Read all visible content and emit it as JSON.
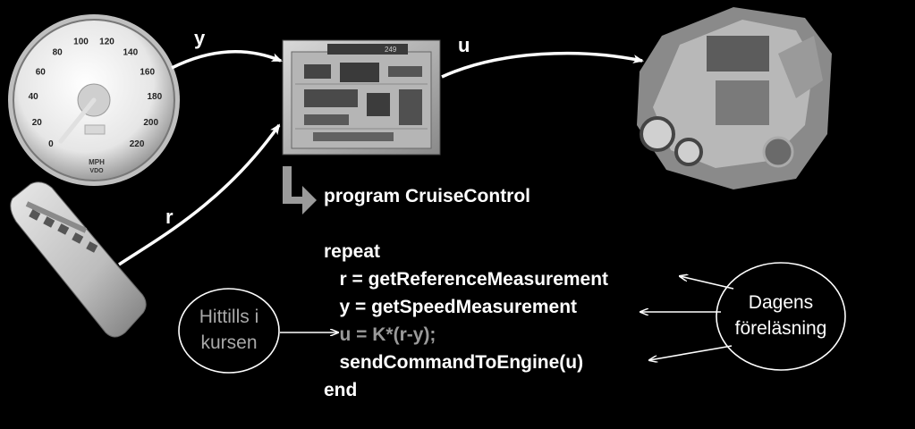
{
  "labels": {
    "y": "y",
    "u": "u",
    "r": "r"
  },
  "speedometer": {
    "unit": "MPH",
    "brand": "VDO",
    "ticks": [
      "0",
      "20",
      "40",
      "60",
      "80",
      "100",
      "120",
      "140",
      "160",
      "180",
      "200",
      "220"
    ]
  },
  "ecu": {
    "marking": "249"
  },
  "program": {
    "header": "program CruiseControl",
    "lines": [
      "repeat",
      "   r = getReferenceMeasurement",
      "   y = getSpeedMeasurement",
      "   u = K*(r-y);",
      "   sendCommandToEngine(u)",
      "end"
    ]
  },
  "bubbles": {
    "left": [
      "Hittills i",
      "kursen"
    ],
    "right": [
      "Dagens",
      "föreläsning"
    ]
  },
  "colors": {
    "background": "#000000",
    "text": "#ffffff",
    "highlight_gray": "#9a9a9a"
  }
}
